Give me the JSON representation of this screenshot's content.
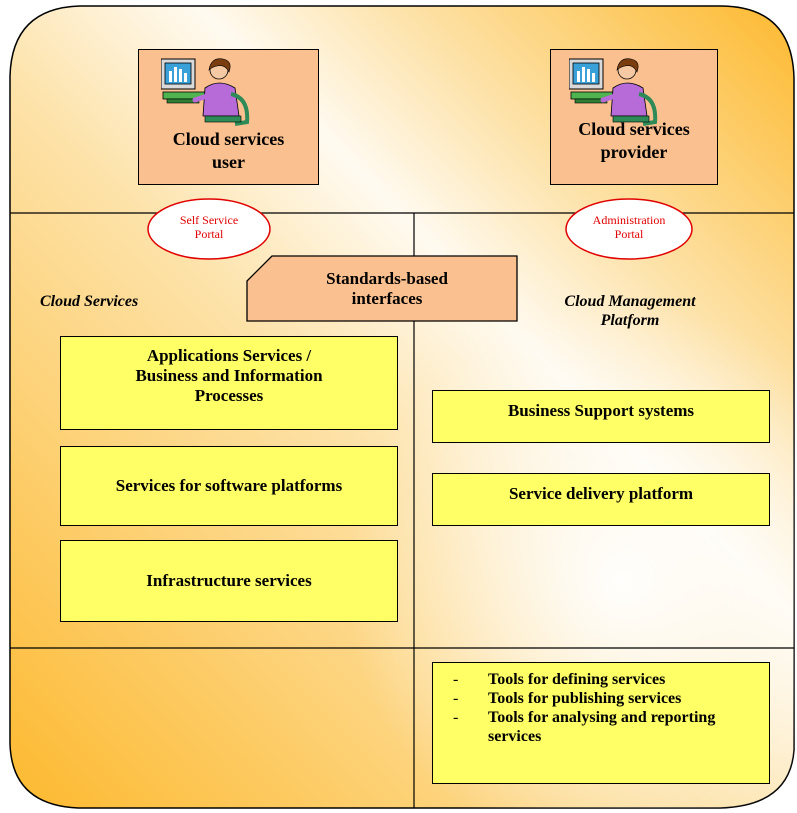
{
  "actors": {
    "user": {
      "label": "Cloud services\nuser",
      "icon": "person-at-computer-icon"
    },
    "provider": {
      "label": "Cloud services\nprovider",
      "icon": "person-at-computer-icon"
    }
  },
  "portals": {
    "self_service": "Self Service\nPortal",
    "administration": "Administration\nPortal"
  },
  "interfaces": "Standards-based\ninterfaces",
  "sections": {
    "cloud_services": "Cloud Services",
    "cloud_management": "Cloud Management\nPlatform"
  },
  "cloud_services_boxes": [
    "Applications Services /\nBusiness and Information\nProcesses",
    "Services for software platforms",
    "Infrastructure services"
  ],
  "management_boxes": [
    "Business Support systems",
    "Service delivery platform"
  ],
  "tools": [
    "Tools for defining services",
    "Tools for publishing services",
    "Tools for analysing and reporting services"
  ],
  "tools_bullet": "-",
  "colors": {
    "frame_gradient_start": "#fdb92f",
    "frame_gradient_end": "#ffffff",
    "box_yellow": "#ffff66",
    "box_peach": "#fac08f",
    "portal_text": "#e00000"
  }
}
